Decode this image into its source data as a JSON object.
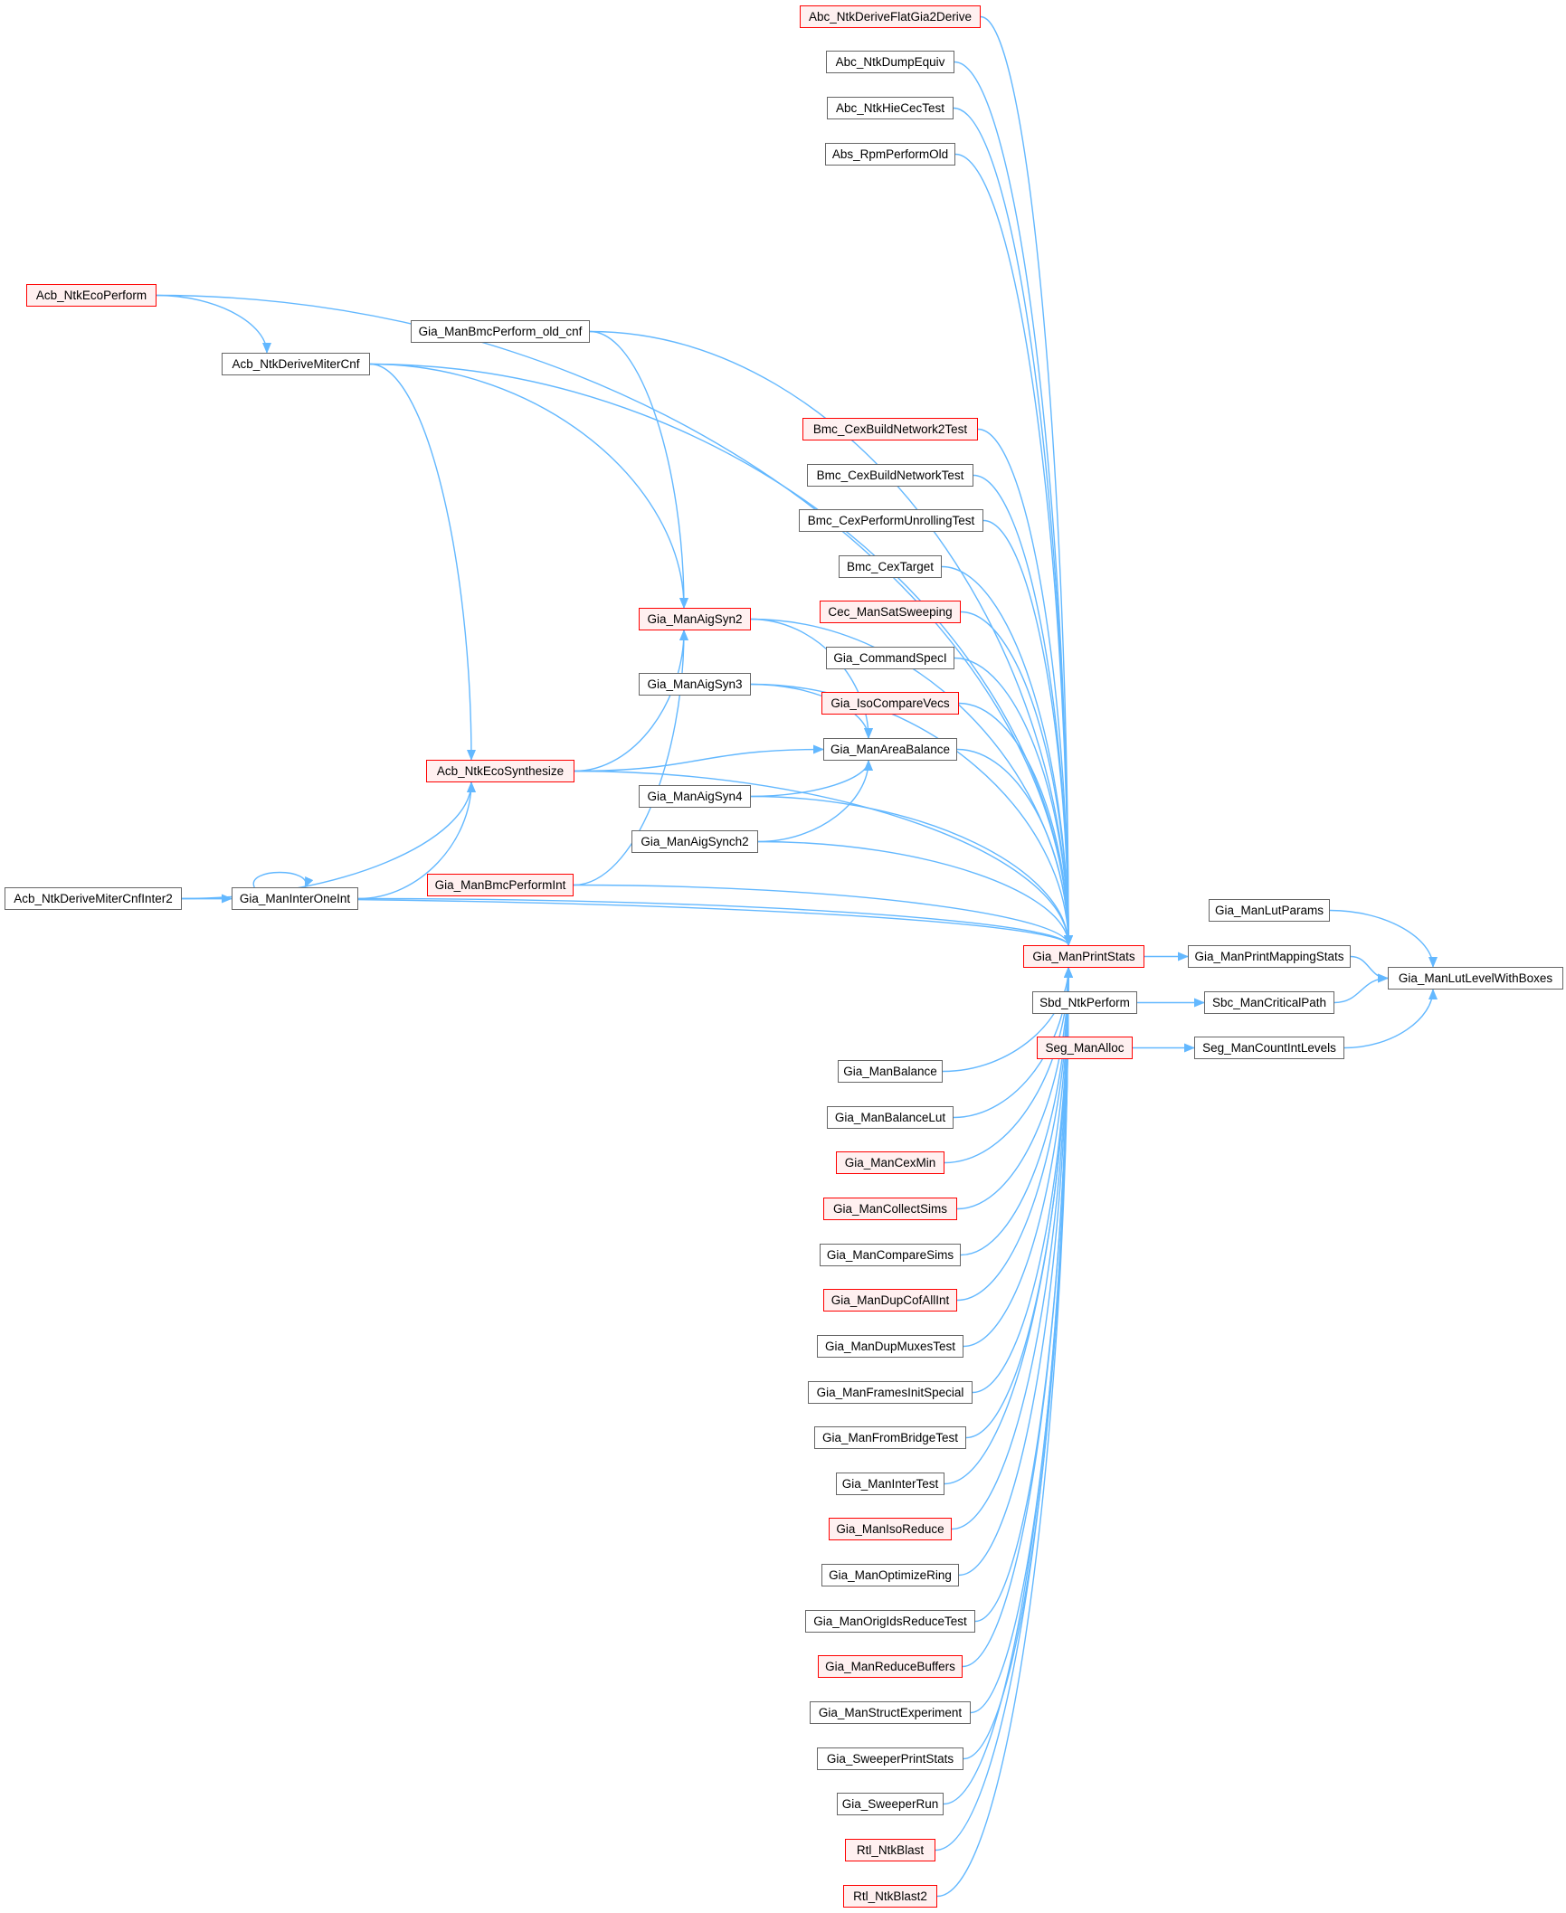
{
  "diagram": {
    "type": "doxygen-caller-graph",
    "colors": {
      "edge": "#63b8ff",
      "node_border": "#666666",
      "node_border_incomplete": "#ff0000",
      "node_fill_incomplete": "#fff0f0",
      "selected_fill": "#999999"
    },
    "nodes": {
      "lut_level_with_boxes": {
        "label": "Gia_ManLutLevelWithBoxes",
        "style": "sel"
      },
      "lut_params": {
        "label": "Gia_ManLutParams",
        "style": "normal"
      },
      "print_mapping_stats": {
        "label": "Gia_ManPrintMappingStats",
        "style": "normal"
      },
      "sbc_critical_path": {
        "label": "Sbc_ManCriticalPath",
        "style": "normal"
      },
      "seg_count_int_levels": {
        "label": "Seg_ManCountIntLevels",
        "style": "normal"
      },
      "sbd_ntk_perform": {
        "label": "Sbd_NtkPerform",
        "style": "normal"
      },
      "seg_alloc": {
        "label": "Seg_ManAlloc",
        "style": "red"
      },
      "print_stats": {
        "label": "Gia_ManPrintStats",
        "style": "red"
      },
      "abc_derive_flat": {
        "label": "Abc_NtkDeriveFlatGia2Derive",
        "style": "red"
      },
      "abc_dump_equiv": {
        "label": "Abc_NtkDumpEquiv",
        "style": "normal"
      },
      "abc_hie_cec": {
        "label": "Abc_NtkHieCecTest",
        "style": "normal"
      },
      "abs_rpm": {
        "label": "Abs_RpmPerformOld",
        "style": "normal"
      },
      "acb_eco_perform": {
        "label": "Acb_NtkEcoPerform",
        "style": "red"
      },
      "acb_derive_miter_cnf": {
        "label": "Acb_NtkDeriveMiterCnf",
        "style": "normal"
      },
      "bmc_old_cnf": {
        "label": "Gia_ManBmcPerform_old_cnf",
        "style": "normal"
      },
      "bmc_cex_net2": {
        "label": "Bmc_CexBuildNetwork2Test",
        "style": "red"
      },
      "bmc_cex_net": {
        "label": "Bmc_CexBuildNetworkTest",
        "style": "normal"
      },
      "bmc_cex_unroll": {
        "label": "Bmc_CexPerformUnrollingTest",
        "style": "normal"
      },
      "bmc_cex_target": {
        "label": "Bmc_CexTarget",
        "style": "normal"
      },
      "aig_syn2": {
        "label": "Gia_ManAigSyn2",
        "style": "red"
      },
      "cec_sat_sweep": {
        "label": "Cec_ManSatSweeping",
        "style": "red"
      },
      "cmd_specl": {
        "label": "Gia_CommandSpecI",
        "style": "normal"
      },
      "aig_syn3": {
        "label": "Gia_ManAigSyn3",
        "style": "normal"
      },
      "iso_compare": {
        "label": "Gia_IsoCompareVecs",
        "style": "red"
      },
      "area_balance": {
        "label": "Gia_ManAreaBalance",
        "style": "normal"
      },
      "acb_eco_synth": {
        "label": "Acb_NtkEcoSynthesize",
        "style": "red"
      },
      "aig_syn4": {
        "label": "Gia_ManAigSyn4",
        "style": "normal"
      },
      "aig_synch2": {
        "label": "Gia_ManAigSynch2",
        "style": "normal"
      },
      "bmc_perform_int": {
        "label": "Gia_ManBmcPerformInt",
        "style": "red"
      },
      "acb_miter_inter2": {
        "label": "Acb_NtkDeriveMiterCnfInter2",
        "style": "normal"
      },
      "inter_one_int": {
        "label": "Gia_ManInterOneInt",
        "style": "normal"
      },
      "balance": {
        "label": "Gia_ManBalance",
        "style": "normal"
      },
      "balance_lut": {
        "label": "Gia_ManBalanceLut",
        "style": "normal"
      },
      "cex_min": {
        "label": "Gia_ManCexMin",
        "style": "red"
      },
      "collect_sims": {
        "label": "Gia_ManCollectSims",
        "style": "red"
      },
      "compare_sims": {
        "label": "Gia_ManCompareSims",
        "style": "normal"
      },
      "dup_cof_all": {
        "label": "Gia_ManDupCofAllInt",
        "style": "red"
      },
      "dup_muxes": {
        "label": "Gia_ManDupMuxesTest",
        "style": "normal"
      },
      "frames_init": {
        "label": "Gia_ManFramesInitSpecial",
        "style": "normal"
      },
      "from_bridge": {
        "label": "Gia_ManFromBridgeTest",
        "style": "normal"
      },
      "inter_test": {
        "label": "Gia_ManInterTest",
        "style": "normal"
      },
      "iso_reduce": {
        "label": "Gia_ManIsoReduce",
        "style": "red"
      },
      "optimize_ring": {
        "label": "Gia_ManOptimizeRing",
        "style": "normal"
      },
      "orig_ids": {
        "label": "Gia_ManOrigIdsReduceTest",
        "style": "normal"
      },
      "reduce_buffers": {
        "label": "Gia_ManReduceBuffers",
        "style": "red"
      },
      "struct_exp": {
        "label": "Gia_ManStructExperiment",
        "style": "normal"
      },
      "sweeper_print": {
        "label": "Gia_SweeperPrintStats",
        "style": "normal"
      },
      "sweeper_run": {
        "label": "Gia_SweeperRun",
        "style": "normal"
      },
      "rtl_blast": {
        "label": "Rtl_NtkBlast",
        "style": "red"
      },
      "rtl_blast2": {
        "label": "Rtl_NtkBlast2",
        "style": "red"
      }
    },
    "edges": [
      [
        "lut_params",
        "lut_level_with_boxes"
      ],
      [
        "print_mapping_stats",
        "lut_level_with_boxes"
      ],
      [
        "sbc_critical_path",
        "lut_level_with_boxes"
      ],
      [
        "seg_count_int_levels",
        "lut_level_with_boxes"
      ],
      [
        "print_stats",
        "print_mapping_stats"
      ],
      [
        "sbd_ntk_perform",
        "sbc_critical_path"
      ],
      [
        "seg_alloc",
        "seg_count_int_levels"
      ],
      [
        "abc_derive_flat",
        "print_stats"
      ],
      [
        "abc_dump_equiv",
        "print_stats"
      ],
      [
        "abc_hie_cec",
        "print_stats"
      ],
      [
        "abs_rpm",
        "print_stats"
      ],
      [
        "acb_eco_perform",
        "print_stats"
      ],
      [
        "acb_derive_miter_cnf",
        "print_stats"
      ],
      [
        "bmc_old_cnf",
        "print_stats"
      ],
      [
        "aig_syn2",
        "print_stats"
      ],
      [
        "aig_syn3",
        "print_stats"
      ],
      [
        "bmc_cex_net2",
        "print_stats"
      ],
      [
        "bmc_cex_net",
        "print_stats"
      ],
      [
        "bmc_cex_unroll",
        "print_stats"
      ],
      [
        "bmc_cex_target",
        "print_stats"
      ],
      [
        "cec_sat_sweep",
        "print_stats"
      ],
      [
        "cmd_specl",
        "print_stats"
      ],
      [
        "iso_compare",
        "print_stats"
      ],
      [
        "area_balance",
        "print_stats"
      ],
      [
        "aig_syn4",
        "print_stats"
      ],
      [
        "aig_synch2",
        "print_stats"
      ],
      [
        "bmc_perform_int",
        "print_stats"
      ],
      [
        "acb_eco_synth",
        "print_stats"
      ],
      [
        "inter_one_int",
        "print_stats"
      ],
      [
        "acb_miter_inter2",
        "print_stats"
      ],
      [
        "balance",
        "print_stats"
      ],
      [
        "balance_lut",
        "print_stats"
      ],
      [
        "cex_min",
        "print_stats"
      ],
      [
        "collect_sims",
        "print_stats"
      ],
      [
        "compare_sims",
        "print_stats"
      ],
      [
        "dup_cof_all",
        "print_stats"
      ],
      [
        "dup_muxes",
        "print_stats"
      ],
      [
        "frames_init",
        "print_stats"
      ],
      [
        "from_bridge",
        "print_stats"
      ],
      [
        "inter_test",
        "print_stats"
      ],
      [
        "iso_reduce",
        "print_stats"
      ],
      [
        "optimize_ring",
        "print_stats"
      ],
      [
        "orig_ids",
        "print_stats"
      ],
      [
        "reduce_buffers",
        "print_stats"
      ],
      [
        "struct_exp",
        "print_stats"
      ],
      [
        "sweeper_print",
        "print_stats"
      ],
      [
        "sweeper_run",
        "print_stats"
      ],
      [
        "rtl_blast",
        "print_stats"
      ],
      [
        "rtl_blast2",
        "print_stats"
      ],
      [
        "acb_eco_perform",
        "acb_derive_miter_cnf"
      ],
      [
        "acb_derive_miter_cnf",
        "aig_syn2"
      ],
      [
        "bmc_old_cnf",
        "aig_syn2"
      ],
      [
        "acb_eco_synth",
        "aig_syn2"
      ],
      [
        "bmc_perform_int",
        "aig_syn2"
      ],
      [
        "aig_syn2",
        "area_balance"
      ],
      [
        "aig_syn3",
        "area_balance"
      ],
      [
        "acb_eco_synth",
        "area_balance"
      ],
      [
        "aig_syn4",
        "area_balance"
      ],
      [
        "aig_synch2",
        "area_balance"
      ],
      [
        "acb_derive_miter_cnf",
        "acb_eco_synth"
      ],
      [
        "acb_miter_inter2",
        "acb_eco_synth"
      ],
      [
        "inter_one_int",
        "acb_eco_synth"
      ],
      [
        "acb_miter_inter2",
        "inter_one_int"
      ],
      [
        "inter_one_int",
        "inter_one_int"
      ]
    ]
  }
}
